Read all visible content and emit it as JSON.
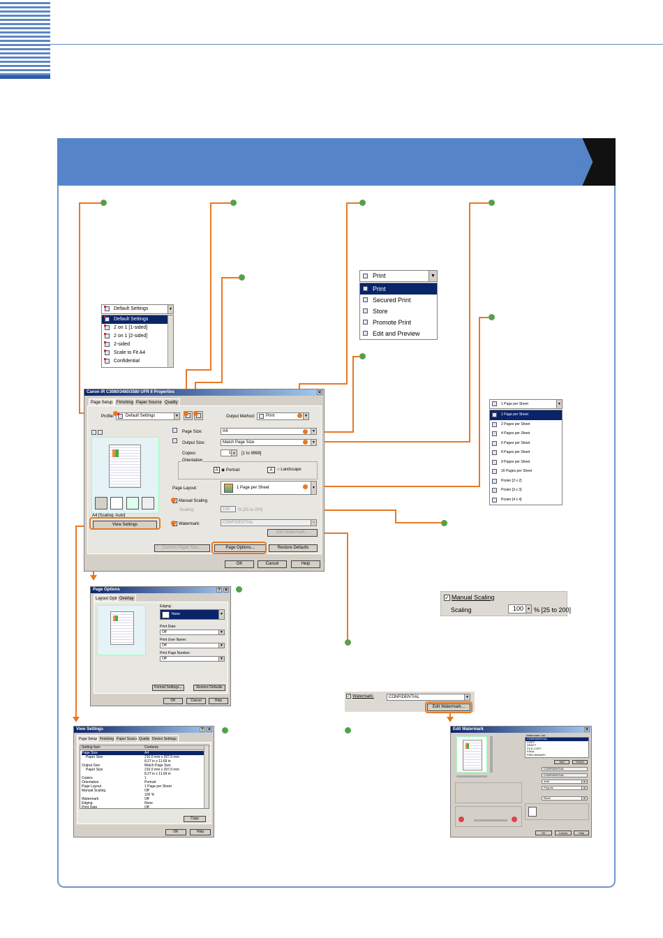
{
  "colors": {
    "accent": "#e87722",
    "callout_dot": "#54a04c",
    "banner": "#5585c8",
    "selection": "#0a246a"
  },
  "profile_dropdown": {
    "current": "Default Settings",
    "items": [
      "Default Settings",
      "2 on 1 [1-sided]",
      "2 on 1 [2-sided]",
      "2-sided",
      "Scale to Fit A4",
      "Confidential"
    ]
  },
  "output_dropdown": {
    "current": "Print",
    "items": [
      "Print",
      "Secured Print",
      "Store",
      "Promote Print",
      "Edit and Preview"
    ]
  },
  "page_layout_dropdown": {
    "current": "1 Page per Sheet",
    "items": [
      "1 Page per Sheet",
      "2 Pages per Sheet",
      "4 Pages per Sheet",
      "6 Pages per Sheet",
      "8 Pages per Sheet",
      "9 Pages per Sheet",
      "16 Pages per Sheet",
      "Poster [2 x 2]",
      "Poster [3 x 3]",
      "Poster [4 x 4]"
    ]
  },
  "main_dialog": {
    "title": "Canon iR C3080/3480/3580 UFR II Properties",
    "tabs": [
      "Page Setup",
      "Finishing",
      "Paper Source",
      "Quality"
    ],
    "profile_label": "Profile:",
    "profile_value": "Default Settings",
    "output_method_label": "Output Method:",
    "output_method_value": "Print",
    "page_size_label": "Page Size:",
    "page_size_value": "A4",
    "output_size_label": "Output Size:",
    "output_size_value": "Match Page Size",
    "copies_label": "Copies:",
    "copies_value": "1",
    "copies_range": "[1 to 9999]",
    "orientation_label": "Orientation",
    "portrait": "Portrait",
    "landscape": "Landscape",
    "page_layout_label": "Page Layout:",
    "page_layout_value": "1 Page per Sheet",
    "manual_scaling": "Manual Scaling",
    "scaling_label": "Scaling:",
    "scaling_value": "100",
    "scaling_range": "% [25 to 200]",
    "watermark_label": "Watermark:",
    "watermark_value": "CONFIDENTIAL",
    "edit_watermark": "Edit Watermark...",
    "preview_caption": "A4 [Scaling: Auto]",
    "view_settings": "View Settings",
    "custom_paper_size": "Custom Paper Size...",
    "page_options": "Page Options...",
    "restore_defaults": "Restore Defaults",
    "ok": "OK",
    "cancel": "Cancel",
    "help": "Help"
  },
  "page_options_dialog": {
    "title": "Page Options",
    "tabs": [
      "Layout Options",
      "Overlay"
    ],
    "edging_label": "Edging:",
    "edging_value": "None",
    "print_date_label": "Print Date:",
    "print_date_value": "Off",
    "print_user_label": "Print User Name:",
    "print_user_value": "Off",
    "print_page_label": "Print Page Number:",
    "print_page_value": "Off",
    "format_settings": "Format Settings...",
    "restore_defaults": "Restore Defaults",
    "ok": "OK",
    "cancel": "Cancel",
    "help": "Help"
  },
  "manual_scaling_zoom": {
    "label": "Manual Scaling",
    "scaling_label": "Scaling",
    "value": "100",
    "range": "% [25 to 200]"
  },
  "watermark_zoom": {
    "label": "Watermark:",
    "value": "CONFIDENTIAL",
    "button": "Edit Watermark..."
  },
  "view_settings_dialog": {
    "title": "View Settings",
    "tabs": [
      "Page Setup",
      "Finishing",
      "Paper Source",
      "Quality",
      "Device Settings"
    ],
    "col_item": "Setting Item",
    "col_contents": "Contents",
    "rows": [
      [
        "Page Size",
        "A4"
      ],
      [
        "Paper Size",
        "210.0 mm x 297.0 mm"
      ],
      [
        "",
        "8.27 in x 11.69 in"
      ],
      [
        "Output Size",
        "Match Page Size"
      ],
      [
        "Paper Size",
        "210.0 mm x 297.0 mm"
      ],
      [
        "",
        "8.27 in x 11.69 in"
      ],
      [
        "Copies",
        "1"
      ],
      [
        "Orientation",
        "Portrait"
      ],
      [
        "Page Layout",
        "1 Page per Sheet"
      ],
      [
        "Manual Scaling",
        "Off"
      ],
      [
        "",
        "100 %"
      ],
      [
        "Watermark",
        "Off"
      ],
      [
        "Edging",
        "None"
      ],
      [
        "Print Date",
        "Off"
      ]
    ],
    "copy": "Copy",
    "ok": "OK",
    "help": "Help"
  },
  "edit_watermark_dialog": {
    "title": "Edit Watermark",
    "list_label": "Watermark List:",
    "list_items": [
      "CONFIDENTIAL",
      "COPY",
      "DRAFT",
      "FILE COPY",
      "FINAL",
      "PRELIMINARY"
    ],
    "add": "Add",
    "delete": "Delete",
    "name_value": "CONFIDENTIAL",
    "text_value": "CONFIDENTIAL",
    "font_value": "Arial",
    "style_value": "Regular",
    "color_value": "Black",
    "ok": "OK",
    "cancel": "Cancel",
    "help": "Help"
  }
}
